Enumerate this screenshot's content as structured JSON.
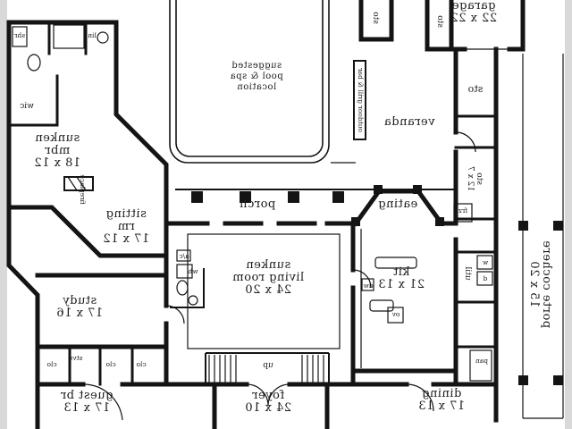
{
  "meta": {
    "kind": "house floor plan (horizontally mirrored blueprint)",
    "colors": {
      "wall": "#141414",
      "text": "#1c1c1c",
      "paper": "#ffffff",
      "margin": "#d9d9d9"
    }
  },
  "rooms": {
    "mbr": {
      "line1": "sunken",
      "line2": "mbr",
      "dims": "18 x 12"
    },
    "sitting": {
      "line1": "sitting",
      "line2": "rm",
      "dims": "17 x 12"
    },
    "study": {
      "line1": "study",
      "dims": "17 x 16"
    },
    "guest_br": {
      "line1": "guest br",
      "dims": "17 x 13"
    },
    "foyer": {
      "line1": "foyer",
      "dims": "24 x 10"
    },
    "living": {
      "line1": "sunken",
      "line2": "living room",
      "dims": "24 x 20"
    },
    "kitchen": {
      "line1": "kit",
      "dims": "21 x 13"
    },
    "eating": {
      "line1": "eating"
    },
    "dining": {
      "line1": "dining",
      "dims": "17 x 13"
    },
    "garage": {
      "line1": "garage",
      "dims": "22 x 22"
    },
    "veranda": {
      "line1": "veranda"
    },
    "porch": {
      "line1": "porch"
    },
    "porte_cochere": {
      "line1": "porte cochere",
      "dims": "15 x 20"
    },
    "storage_main": {
      "line1": "sto"
    },
    "storage_small": {
      "line1": "sto",
      "dims": "12 x 7"
    },
    "storage_top_a": {
      "line1": "sto"
    },
    "storage_top_b": {
      "line1": "sto"
    },
    "utility": {
      "line1": "util"
    }
  },
  "annotations": {
    "pool": {
      "line1": "suggested",
      "line2": "pool & spa",
      "line3": "location"
    },
    "grill": "outdoor grill & bar",
    "fireplace": "fireplace",
    "wic": "wic",
    "shr": "shr",
    "lin": "lin",
    "clo_a": "clo",
    "stvs": "stvs",
    "clo_b": "clo",
    "clo_c": "clo",
    "ac": "a/c",
    "water_heater": "wh",
    "stairs_up": "up",
    "dishwasher": "dw",
    "oven": "ov",
    "freezer": "frz",
    "washer": "w",
    "dryer": "d",
    "pantry": "pan"
  }
}
